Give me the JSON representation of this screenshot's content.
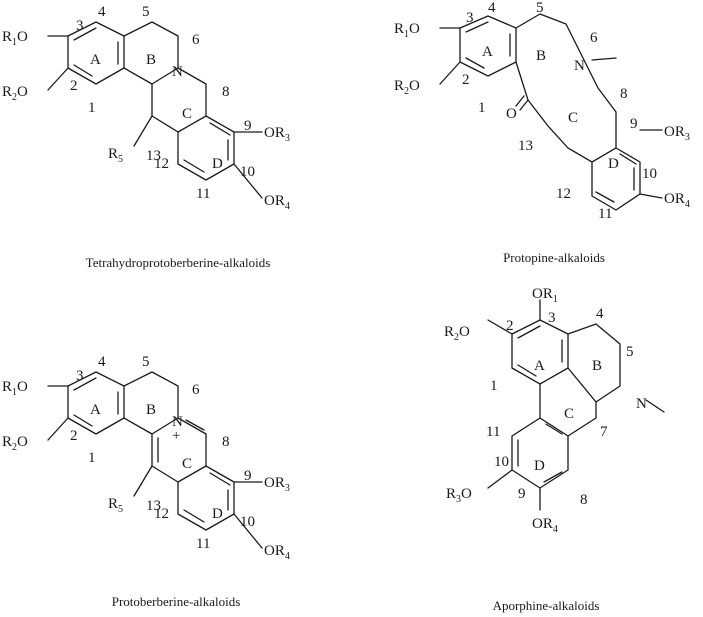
{
  "panels": [
    {
      "id": "thpb",
      "caption": "Tetrahydroprotoberberine-alkaloids",
      "rings": [
        "A",
        "B",
        "C",
        "D"
      ],
      "positions": [
        "1",
        "2",
        "3",
        "4",
        "5",
        "6",
        "8",
        "9",
        "10",
        "11",
        "12",
        "13"
      ],
      "substituents": {
        "or1": {
          "pre": "R",
          "sub": "1",
          "post": "O"
        },
        "or2": {
          "pre": "R",
          "sub": "2",
          "post": "O"
        },
        "or3": {
          "pre": "OR",
          "sub": "3",
          "post": ""
        },
        "or4": {
          "pre": "OR",
          "sub": "4",
          "post": ""
        },
        "r5": {
          "pre": "R",
          "sub": "5",
          "post": ""
        }
      },
      "atoms": {
        "n": "N"
      }
    },
    {
      "id": "protopine",
      "caption": "Protopine-alkaloids",
      "rings": [
        "A",
        "B",
        "C",
        "D"
      ],
      "positions": [
        "1",
        "2",
        "3",
        "4",
        "5",
        "6",
        "8",
        "9",
        "10",
        "11",
        "12",
        "13"
      ],
      "substituents": {
        "or1": {
          "pre": "R",
          "sub": "1",
          "post": "O"
        },
        "or2": {
          "pre": "R",
          "sub": "2",
          "post": "O"
        },
        "or3": {
          "pre": "OR",
          "sub": "3",
          "post": ""
        },
        "or4": {
          "pre": "OR",
          "sub": "4",
          "post": ""
        }
      },
      "atoms": {
        "n": "N",
        "o": "O"
      }
    },
    {
      "id": "protoberberine",
      "caption": "Protoberberine-alkaloids",
      "rings": [
        "A",
        "B",
        "C",
        "D"
      ],
      "positions": [
        "1",
        "2",
        "3",
        "4",
        "5",
        "6",
        "8",
        "9",
        "10",
        "11",
        "12",
        "13"
      ],
      "substituents": {
        "or1": {
          "pre": "R",
          "sub": "1",
          "post": "O"
        },
        "or2": {
          "pre": "R",
          "sub": "2",
          "post": "O"
        },
        "or3": {
          "pre": "OR",
          "sub": "3",
          "post": ""
        },
        "or4": {
          "pre": "OR",
          "sub": "4",
          "post": ""
        },
        "r5": {
          "pre": "R",
          "sub": "5",
          "post": ""
        }
      },
      "atoms": {
        "n": "N",
        "charge": "+"
      }
    },
    {
      "id": "aporphine",
      "caption": "Aporphine-alkaloids",
      "rings": [
        "A",
        "B",
        "C",
        "D"
      ],
      "positions": [
        "1",
        "2",
        "3",
        "4",
        "5",
        "7",
        "8",
        "9",
        "10",
        "11"
      ],
      "substituents": {
        "or1": {
          "pre": "OR",
          "sub": "1",
          "post": ""
        },
        "or2": {
          "pre": "R",
          "sub": "2",
          "post": "O"
        },
        "or3": {
          "pre": "R",
          "sub": "3",
          "post": "O"
        },
        "or4": {
          "pre": "OR",
          "sub": "4",
          "post": ""
        }
      },
      "atoms": {
        "n": "N"
      }
    }
  ]
}
